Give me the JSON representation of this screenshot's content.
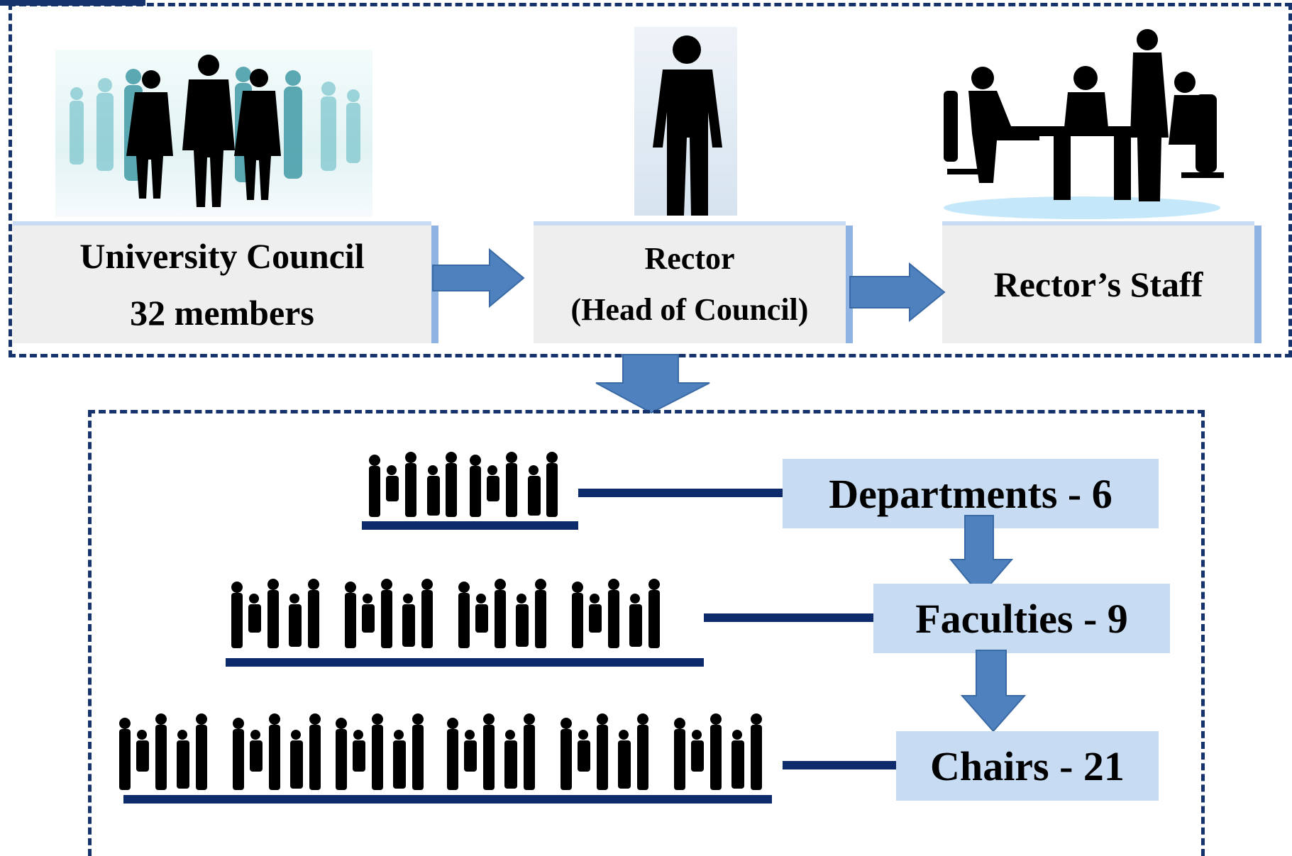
{
  "top": {
    "council": {
      "line1": "University Council",
      "line2": "32 members"
    },
    "rector": {
      "line1": "Rector",
      "line2": "(Head of Council)"
    },
    "staff": {
      "label": "Rector’s Staff"
    }
  },
  "levels": [
    {
      "label": "Departments - 6",
      "groups": 2
    },
    {
      "label": "Faculties - 9",
      "groups": 4
    },
    {
      "label": "Chairs - 21",
      "groups": 6
    }
  ],
  "colors": {
    "dash": "#16336e",
    "arrow": "#4e81bd",
    "arrow_edge": "#3a6aa5",
    "level_box": "#c7dbf2",
    "silhouette": "#000000"
  }
}
